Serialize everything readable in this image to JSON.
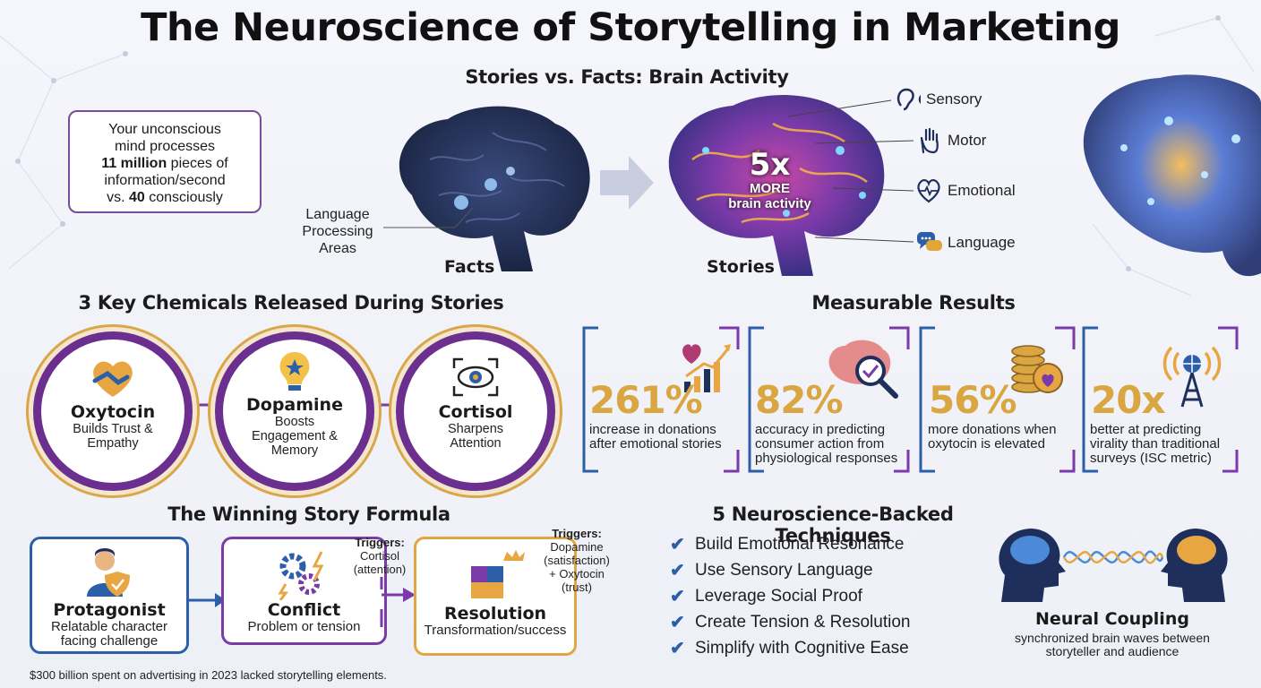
{
  "title": "The Neuroscience of Storytelling in Marketing",
  "brain_section": {
    "heading": "Stories vs. Facts: Brain Activity",
    "facts_label": "Facts",
    "stories_label": "Stories",
    "language_label_1": "Language",
    "language_label_2": "Processing",
    "language_label_3": "Areas",
    "stat_big": "5x",
    "stat_line1": "MORE",
    "stat_line2": "brain activity",
    "regions": [
      "Sensory",
      "Motor",
      "Emotional",
      "Language"
    ]
  },
  "unconscious": {
    "line1": "Your unconscious",
    "line2": "mind processes",
    "bold1": "11 million",
    "line3": " pieces of",
    "line4": "information/second",
    "line5a": "vs. ",
    "bold2": "40",
    "line5b": " consciously"
  },
  "chemicals": {
    "heading": "3 Key Chemicals Released During Stories",
    "items": [
      {
        "name": "Oxytocin",
        "desc1": "Builds Trust &",
        "desc2": "Empathy",
        "desc3": ""
      },
      {
        "name": "Dopamine",
        "desc1": "Boosts",
        "desc2": "Engagement &",
        "desc3": "Memory"
      },
      {
        "name": "Cortisol",
        "desc1": "Sharpens",
        "desc2": "Attention",
        "desc3": ""
      }
    ]
  },
  "results": {
    "heading": "Measurable Results",
    "items": [
      {
        "value": "261%",
        "d1": "increase in donations",
        "d2": "after emotional stories",
        "d3": ""
      },
      {
        "value": "82%",
        "d1": "accuracy in predicting",
        "d2": "consumer action from",
        "d3": "physiological responses"
      },
      {
        "value": "56%",
        "d1": "more donations when",
        "d2": "oxytocin is elevated",
        "d3": ""
      },
      {
        "value": "20x",
        "d1": "better at predicting",
        "d2": "virality than traditional",
        "d3": "surveys (ISC metric)"
      }
    ]
  },
  "formula": {
    "heading": "The Winning Story Formula",
    "steps": [
      {
        "name": "Protagonist",
        "d1": "Relatable character",
        "d2": "facing challenge"
      },
      {
        "name": "Conflict",
        "d1": "Problem or tension",
        "d2": ""
      },
      {
        "name": "Resolution",
        "d1": "Transformation/success",
        "d2": ""
      }
    ],
    "trigger1": {
      "label": "Triggers:",
      "l1": "Cortisol",
      "l2": "(attention)"
    },
    "trigger2": {
      "label": "Triggers:",
      "l1": "Dopamine",
      "l2": "(satisfaction)",
      "l3": "+ Oxytocin",
      "l4": "(trust)"
    }
  },
  "techniques": {
    "heading": "5 Neuroscience-Backed Techniques",
    "items": [
      "Build Emotional Resonance",
      "Use Sensory Language",
      "Leverage Social Proof",
      "Create Tension & Resolution",
      "Simplify with Cognitive Ease"
    ]
  },
  "coupling": {
    "title": "Neural Coupling",
    "d1": "synchronized brain waves between",
    "d2": "storyteller and audience"
  },
  "footnote": "$300 billion spent on advertising in 2023 lacked storytelling elements.",
  "colors": {
    "purple": "#6b2f8f",
    "gold": "#d9a642",
    "blue": "#2d5fa8",
    "navy": "#1e2f5c"
  }
}
